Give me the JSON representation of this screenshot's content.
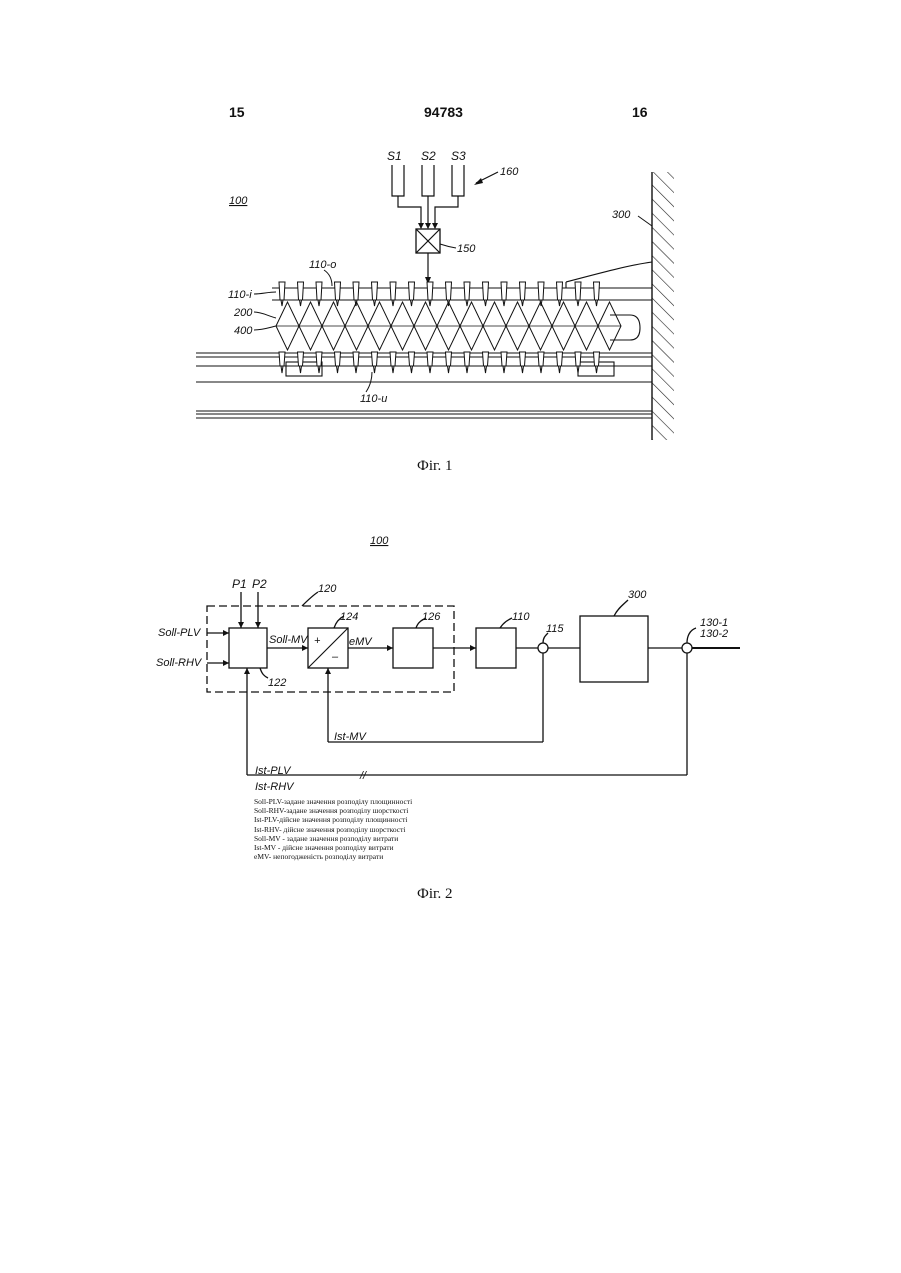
{
  "header": {
    "page_left": "15",
    "patent_number": "94783",
    "page_right": "16"
  },
  "fig1": {
    "caption": "Фіг. 1",
    "labels": {
      "system": "100",
      "s1": "S1",
      "s2": "S2",
      "s3": "S3",
      "group": "160",
      "block": "150",
      "wall": "300",
      "upper": "110-o",
      "inner": "110-i",
      "strip": "200",
      "mesh": "400",
      "lower": "110-u"
    }
  },
  "fig2": {
    "caption": "Фіг. 2",
    "labels": {
      "system": "100",
      "p1": "P1",
      "p2": "P2",
      "controller": "120",
      "comparator": "124",
      "block126": "126",
      "actuator": "110",
      "sensor115": "115",
      "process": "300",
      "sensor130_1": "130-1",
      "sensor130_2": "130-2",
      "soll_plv": "Soll-PLV",
      "soll_rhv": "Soll-RHV",
      "soll_mv": "Soll-MV",
      "e_mv": "eMV",
      "plus": "+",
      "minus": "–",
      "block122": "122",
      "ist_mv": "Ist-MV",
      "ist_plv": "Ist-PLV",
      "ist_rhv": "Ist-RHV",
      "break_mark": "//"
    },
    "legend": [
      "Soll-PLV-задане значення розподілу площинності",
      "Soll-RHV-задане значення розподілу шорсткості",
      "Ist-PLV-дійсне значення розподілу площинності",
      "Ist-RHV- дійсне значення розподілу шорсткості",
      "Soll-MV - задане значення розподілу витрати",
      "Ist-MV - дійсне значення розподілу витрати",
      "eMV- непогодженість розподілу витрати"
    ]
  }
}
